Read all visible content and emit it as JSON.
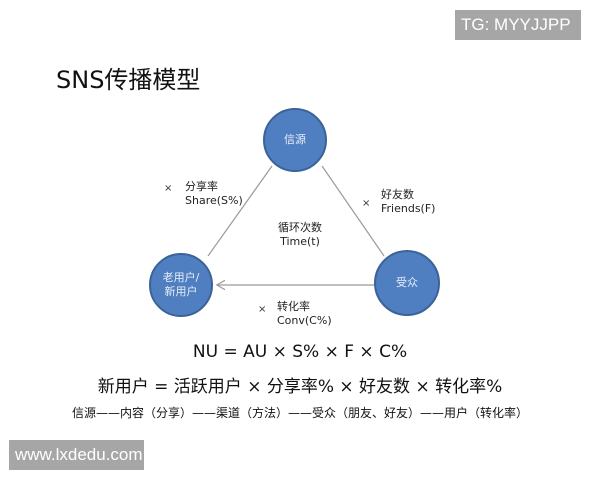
{
  "watermarks": {
    "top_right": "TG: MYYJJPP",
    "bottom_left": "www.lxdedu.com"
  },
  "title": "SNS传播模型",
  "diagram": {
    "nodes": {
      "source": "信源",
      "audience": "受众",
      "users_line1": "老用户/",
      "users_line2": "新用户"
    },
    "edges": {
      "share": {
        "multiplier": "×",
        "cn": "分享率",
        "en": "Share(S%)"
      },
      "friends": {
        "multiplier": "×",
        "cn": "好友数",
        "en": "Friends(F)"
      },
      "conv": {
        "multiplier": "×",
        "cn": "转化率",
        "en": "Conv(C%)"
      }
    },
    "center": {
      "cn": "循环次数",
      "en": "Time(t)"
    },
    "colors": {
      "node_fill": "#4f7fc0",
      "node_border": "#3a6397",
      "edge": "#9a9a9a"
    }
  },
  "formulas": {
    "english": "NU = AU × S% × F × C%",
    "chinese": "新用户 = 活跃用户 × 分享率% × 好友数 × 转化率%",
    "chain": "信源——内容（分享）——渠道（方法）——受众（朋友、好友）——用户（转化率）"
  }
}
